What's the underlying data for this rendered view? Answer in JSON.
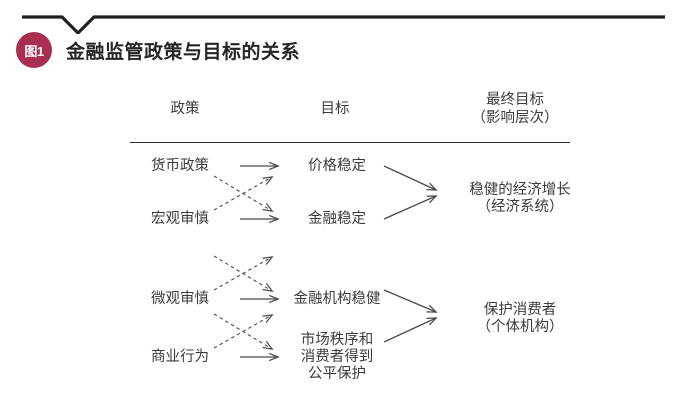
{
  "page": {
    "background": "#ffffff",
    "accent": "#a92f50",
    "rule_color": "#2b2b2b",
    "text_color": "#3c3c3c"
  },
  "header": {
    "badge_label": "图1",
    "title": "金融监管政策与目标的关系"
  },
  "diagram": {
    "type": "flow",
    "columns": [
      {
        "key": "policy",
        "label": "政策"
      },
      {
        "key": "target",
        "label": "目标"
      },
      {
        "key": "final",
        "label": "最终目标",
        "sublabel": "（影响层次）"
      }
    ],
    "policies": [
      {
        "id": "p1",
        "label": "货币政策"
      },
      {
        "id": "p2",
        "label": "宏观审慎"
      },
      {
        "id": "p3",
        "label": "微观审慎"
      },
      {
        "id": "p4",
        "label": "商业行为"
      }
    ],
    "targets": [
      {
        "id": "t1",
        "label": "价格稳定"
      },
      {
        "id": "t2",
        "label": "金融稳定"
      },
      {
        "id": "t3",
        "label": "金融机构稳健"
      },
      {
        "id": "t4",
        "line1": "市场秩序和",
        "line2": "消费者得到",
        "line3": "公平保护"
      }
    ],
    "finals": [
      {
        "id": "f1",
        "label": "稳健的经济增长",
        "sublabel": "（经济系统）"
      },
      {
        "id": "f2",
        "label": "保护消费者",
        "sublabel": "（个体机构）"
      }
    ],
    "links": [
      {
        "from": "p1",
        "to": "t1",
        "style": "solid"
      },
      {
        "from": "p2",
        "to": "t2",
        "style": "solid"
      },
      {
        "from": "p3",
        "to": "t3",
        "style": "solid"
      },
      {
        "from": "p4",
        "to": "t4",
        "style": "solid"
      },
      {
        "from": "p1",
        "to": "t2",
        "style": "dashed"
      },
      {
        "from": "p2",
        "to": "t1",
        "style": "dashed"
      },
      {
        "from": "p2",
        "to": "t3",
        "style": "dashed"
      },
      {
        "from": "p3",
        "to": "t2",
        "style": "dashed"
      },
      {
        "from": "p3",
        "to": "t4",
        "style": "dashed"
      },
      {
        "from": "p4",
        "to": "t3",
        "style": "dashed"
      },
      {
        "from": "t1",
        "to": "f1",
        "style": "solid"
      },
      {
        "from": "t2",
        "to": "f1",
        "style": "solid"
      },
      {
        "from": "t3",
        "to": "f2",
        "style": "solid"
      },
      {
        "from": "t4",
        "to": "f2",
        "style": "solid"
      }
    ]
  }
}
